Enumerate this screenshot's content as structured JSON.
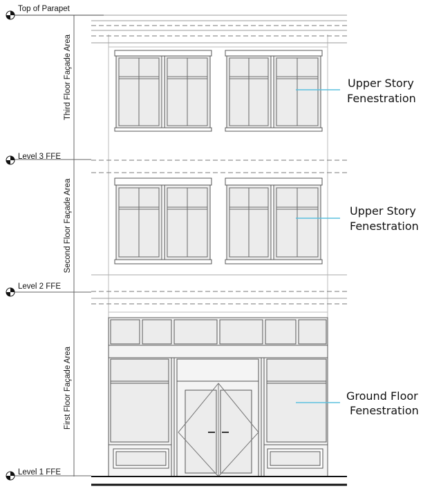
{
  "levels": {
    "parapet": "Top of Parapet",
    "level3": "Level 3 FFE",
    "level2": "Level 2 FFE",
    "level1": "Level 1 FFE"
  },
  "areas": {
    "third": "Third Floor Façade Area",
    "second": "Second Floor Façade Area",
    "first": "First Floor Façade Area"
  },
  "callouts": {
    "upper3_line1": "Upper Story",
    "upper3_line2": "Fenestration",
    "upper2_line1": "Upper Story",
    "upper2_line2": "Fenestration",
    "ground_line1": "Ground Floor",
    "ground_line2": "Fenestration"
  },
  "colors": {
    "leader": "#5bc0de",
    "line": "#555555",
    "fill": "#ececec"
  }
}
